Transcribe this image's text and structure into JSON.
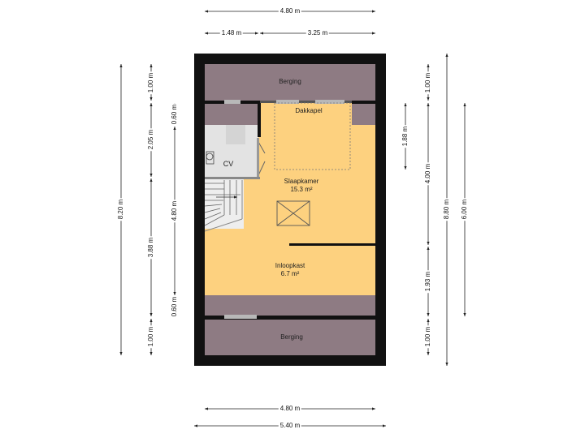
{
  "rooms": {
    "berging_top": "Berging",
    "dakkapel": "Dakkapel",
    "cv": "CV",
    "slaapkamer_name": "Slaapkamer",
    "slaapkamer_area": "15.3 m²",
    "inloopkast_name": "Inloopkast",
    "inloopkast_area": "6.7 m²",
    "berging_bottom": "Berging"
  },
  "dimensions": {
    "top_total": "4.80 m",
    "top_left": "1.48 m",
    "top_right": "3.25 m",
    "bottom_inner": "4.80 m",
    "bottom_outer": "5.40 m",
    "left_outer": "8.20 m",
    "left_seg_1": "1.00 m",
    "left_seg_2": "2.05 m",
    "left_seg_3": "3.88 m",
    "left_seg_4": "1.00 m",
    "left_inner_1": "0.60 m",
    "left_inner_2": "4.80 m",
    "left_inner_3": "0.60 m",
    "right_dakkapel": "1.88 m",
    "right_seg_1": "1.00 m",
    "right_seg_2": "4.00 m",
    "right_seg_3": "1.93 m",
    "right_seg_4": "1.00 m",
    "right_total": "8.80 m",
    "right_inner": "6.00 m"
  },
  "colors": {
    "wall": "#111111",
    "low_ceiling": "#8e7b83",
    "floor": "#fdd17f",
    "stair_area": "#e3e3e3",
    "window": "#b8b8b8",
    "dim_line": "#222222"
  }
}
